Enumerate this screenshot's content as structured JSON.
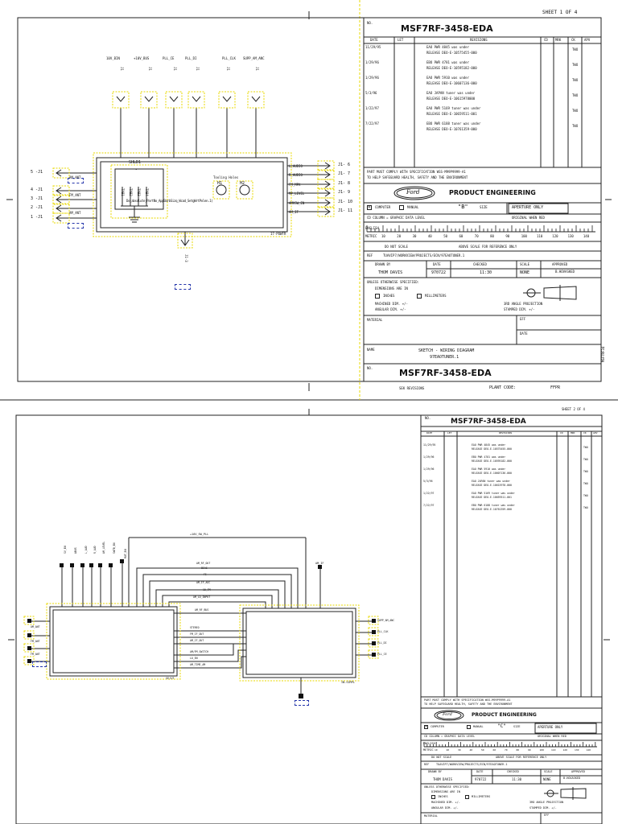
{
  "sheet1": {
    "sheet_label": "SHEET   1   OF 4",
    "no_label": "NO.",
    "part_number": "MSF7RF-3458-EDA",
    "rev_headers": {
      "date": "DATE",
      "let": "LET",
      "revisions": "REVISIONS",
      "cd": "CD",
      "mrk": "MRK",
      "ck": "CK",
      "apv": "APV"
    },
    "revisions": [
      {
        "date": "11/29/95",
        "line1": "EAO PWR 4845 was under",
        "line2": "RELEASE DEO-E-10575455-000",
        "apv": "TWO"
      },
      {
        "date": "1/29/96",
        "line1": "EBO PWR 4781 was under",
        "line2": "RELEASE DEO-E-10595182-000",
        "apv": "TWO"
      },
      {
        "date": "1/29/96",
        "line1": "EAO PWR 5910 was under",
        "line2": "RELEASE DEO-E-10607136-000",
        "apv": "TWO"
      },
      {
        "date": "5/3/96",
        "line1": "EAO JAPAN tuner was under",
        "line2": "RELEASE DEO-E-10615978000",
        "apv": "TWO"
      },
      {
        "date": "1/22/97",
        "line1": "EAO PWR 5169 tuner was under",
        "line2": "RELEASE DEO-E-10659511-001",
        "apv": "TWO"
      },
      {
        "date": "7/22/97",
        "line1": "EBO PWR 6188 tuner was under",
        "line2": "RELEASE DEO-E-10761359-000",
        "apv": "TWO"
      }
    ],
    "compliance_1": "PART MUST COMPLY WITH SPECIFICATION WSS-M99P9999-A1",
    "compliance_2": "TO HELP SAFEGUARD HEALTH, SAFETY AND THE ENVIRONMENT",
    "logo_text": "Ford",
    "dept": "PRODUCT ENGINEERING",
    "computer_label": "COMPUTER",
    "manual_label": "MANUAL",
    "size_value": "\"B\"",
    "size_label": "SIZE",
    "aperture": "APERTURE ONLY",
    "cd_column": "CD COLUMN = GRAPHIC DATA LEVEL",
    "original_when": "ORIGINAL WHEN RED",
    "english_label": "ENGLISH",
    "metric_label": "METRIC",
    "ruler": [
      "10",
      "20",
      "30",
      "40",
      "50",
      "60",
      "70",
      "80",
      "90",
      "100",
      "110",
      "120",
      "130",
      "140"
    ],
    "do_not_scale": "DO NOT SCALE",
    "above_scale": "ABOVE SCALE FOR REFERENCE ONLY",
    "ref_label": "REF",
    "ref_path": "TUAVIP7/WORKVIEW/PROJECTS/ECN/97EAOTUNER.1",
    "drawn_by_label": "DRAWN BY",
    "date_label": "DATE",
    "checked_label": "CHECKED",
    "scale_label": "SCALE",
    "approved_label": "APPROVED",
    "drawn_by": "THOM DAVIS",
    "drawn_date": "970722",
    "checked": "11:30",
    "scale": "NONE",
    "approved": "B.HOVASKED",
    "unless": "UNLESS OTHERWISE SPECIFIED:",
    "dimensions_are_in": "DIMENSIONS ARE IN",
    "inches": "INCHES",
    "millimeters": "MILLIMETERS",
    "machined": "MACHINED DIM. +/-",
    "angular": "ANGULAR DIM. +/-",
    "projection": "3RD ANGLE PROJECTION",
    "stamped": "STAMPED DIM. +/-",
    "material_label": "MATERIAL",
    "eff_label": "EFF",
    "date2_label": "DATE",
    "name_label": "NAME",
    "name_value": "SKETCH - WIRING DIAGRAM",
    "file_value": "97EAOTUNER.1",
    "side_label": "MSF7RF34",
    "sek_label": "SEK REVISIONS",
    "plant_code_label": "PLANT CODE:",
    "plant_code": "FFPR",
    "top_nets": [
      "10V_BIN",
      "+10V_BUS",
      "PLL_CE",
      "PLL_DI",
      "PLL_CLK",
      "SUPP_AM_ANC"
    ],
    "top_caps": [
      "J1",
      "J1",
      "J1",
      "J1",
      "J1",
      "J1"
    ],
    "shld": "SHLD1",
    "tab_labels": [
      "TAB1",
      "TAB2",
      "TAB3",
      "TAB4"
    ],
    "tooling_holes": "Tooling Holes",
    "h1": "H1",
    "h2": "H2",
    "left_labels": [
      "5 -J1",
      "4 -J1",
      "3 -J1",
      "2 -J1",
      "1 -J1"
    ],
    "left_nets": [
      "AM_ANT",
      "FM_ANT",
      "AM_ANT"
    ],
    "right_nets": [
      "L_AUDIO",
      "R_AUDIO",
      "FM_MPX",
      "MP_LEVEL",
      "AMVSW_EN",
      "AM_IF"
    ],
    "right_labels": [
      "J1- 6",
      "J1- 7",
      "J1- 8",
      "J1- 9",
      "J1- 10",
      "J1- 11"
    ],
    "inner_text": "Do_absolute_PartNo_AppBarbSizq_Wcad_SetgWrtPolen.1)",
    "footprint": "17-POWFR",
    "bottom_cap": "J1-3"
  },
  "sheet2": {
    "sheet_label": "SHEET   2   OF 4",
    "no_label": "NO.",
    "part_number": "MSF7RF-3458-EDA",
    "rev_headers": {
      "date": "DATE",
      "let": "LET",
      "revisions": "REVISIONS",
      "cd": "CD",
      "mrk": "MRK",
      "ck": "CK",
      "apv": "APV"
    },
    "revisions": [
      {
        "date": "11/29/95",
        "line1": "EAO PWR 4845 was under",
        "line2": "RELEASE DEO-E-10575455-000",
        "apv": "TWO"
      },
      {
        "date": "1/29/96",
        "line1": "EBO PWR 4781 was under",
        "line2": "RELEASE DEO-E-10595182-000",
        "apv": "TWO"
      },
      {
        "date": "1/29/96",
        "line1": "EAO PWR 5910 was under",
        "line2": "RELEASE DEO-E-10607136-000",
        "apv": "TWO"
      },
      {
        "date": "5/3/96",
        "line1": "EAO JAPAN tuner was under",
        "line2": "RELEASE DEO-E-10615978-000",
        "apv": "TWO"
      },
      {
        "date": "1/22/97",
        "line1": "EAO PWR 5169 tuner was under",
        "line2": "RELEASE DEO-E-10659511-001",
        "apv": "TWO"
      },
      {
        "date": "7/22/97",
        "line1": "EBO PWR 6188 tuner was under",
        "line2": "RELEASE DEO-E-10761359-000",
        "apv": "TWO"
      }
    ],
    "compliance_1": "PART MUST COMPLY WITH SPECIFICATION WSS-M99P9999-A1",
    "compliance_2": "TO HELP SAFEGUARD HEALTH, SAFETY AND THE ENVIRONMENT",
    "logo_text": "Ford",
    "dept": "PRODUCT ENGINEERING",
    "computer_label": "COMPUTER",
    "manual_label": "MANUAL",
    "size_value": "\"C\"",
    "size_label": "SIZE",
    "aperture": "APERTURE ONLY",
    "cd_column": "CD COLUMN = GRAPHIC DATA LEVEL",
    "original_when": "ORIGINAL WHEN RED",
    "english_label": "ENGLISH",
    "metric_label": "METRIC",
    "do_not_scale": "DO NOT SCALE",
    "above_scale": "ABOVE SCALE FOR REFERENCE ONLY",
    "ref_label": "REF",
    "ref_path": "TUAVIP7/WORKVIEW/PROJECTS/ECN/97EAOTUNER.1",
    "drawn_by_label": "DRAWN BY",
    "date_label": "DATE",
    "checked_label": "CHECKED",
    "scale_label": "SCALE",
    "approved_label": "APPROVED",
    "drawn_by": "THOM DAVIS",
    "drawn_date": "970722",
    "checked": "11:30",
    "scale": "NONE",
    "approved": "B.HOVASKED",
    "unless": "UNLESS OTHERWISE SPECIFIED:",
    "dimensions_are_in": "DIMENSIONS ARE IN",
    "inches": "INCHES",
    "millimeters": "MILLIMETERS",
    "machined": "MACHINED DIM. +/-",
    "angular": "ANGULAR DIM. +/-",
    "projection": "3RD ANGLE PROJECTION",
    "stamped": "STAMPED DIM. +/-",
    "material_label": "MATERIAL",
    "eff_label": "EFF",
    "top_net": "+10V_SW_PLL",
    "vertical_nets": [
      "SV_EN",
      "ABUS",
      "L_AUD",
      "R_AUD",
      "AM_LEVEL",
      "SWTB_EN"
    ],
    "vertical_net_extra": "MUT_EN",
    "right_net": "AM_IF",
    "mid_nets": [
      "AM_RF_OUT",
      "BIAS",
      "FI",
      "AM_IF_AGC",
      "10_FM",
      "AM_LO_INPUT",
      "AM_RF_BUS"
    ],
    "lower_nets": [
      "STEREO",
      "FM_IF_OUT",
      "AM_IF_OUT",
      "AM/FM_SWITCH",
      "LO_EN",
      "AM_TIME_AM"
    ],
    "left_nets": [
      "AM_ANT",
      "FM_ANT",
      "FM_ANT"
    ],
    "right_outputs": [
      "SUPP_AM_ANC",
      "PLL_CLK",
      "PLL_DI",
      "PLL_CE"
    ],
    "left_footprint": "SE/UT",
    "right_footprint": "IN-SIMPL"
  }
}
